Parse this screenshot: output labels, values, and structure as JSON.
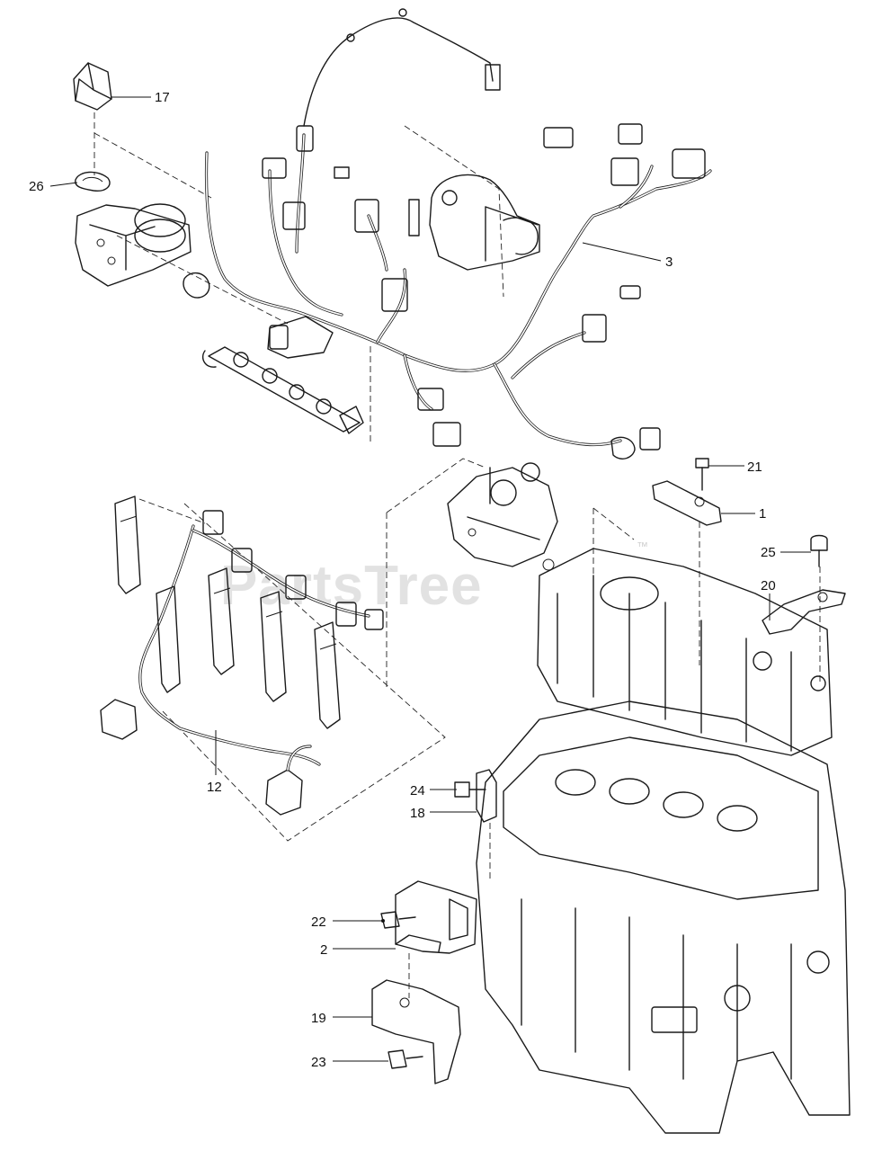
{
  "diagram": {
    "callouts": [
      {
        "id": "c17",
        "label": "17"
      },
      {
        "id": "c26",
        "label": "26"
      },
      {
        "id": "c3",
        "label": "3"
      },
      {
        "id": "c21",
        "label": "21"
      },
      {
        "id": "c1",
        "label": "1"
      },
      {
        "id": "c25",
        "label": "25"
      },
      {
        "id": "c20",
        "label": "20"
      },
      {
        "id": "c12",
        "label": "12"
      },
      {
        "id": "c24",
        "label": "24"
      },
      {
        "id": "c18",
        "label": "18"
      },
      {
        "id": "c22",
        "label": "22"
      },
      {
        "id": "c2",
        "label": "2"
      },
      {
        "id": "c19",
        "label": "19"
      },
      {
        "id": "c23",
        "label": "23"
      }
    ]
  },
  "watermark": {
    "text": "PartsTree",
    "trademark": "™"
  }
}
